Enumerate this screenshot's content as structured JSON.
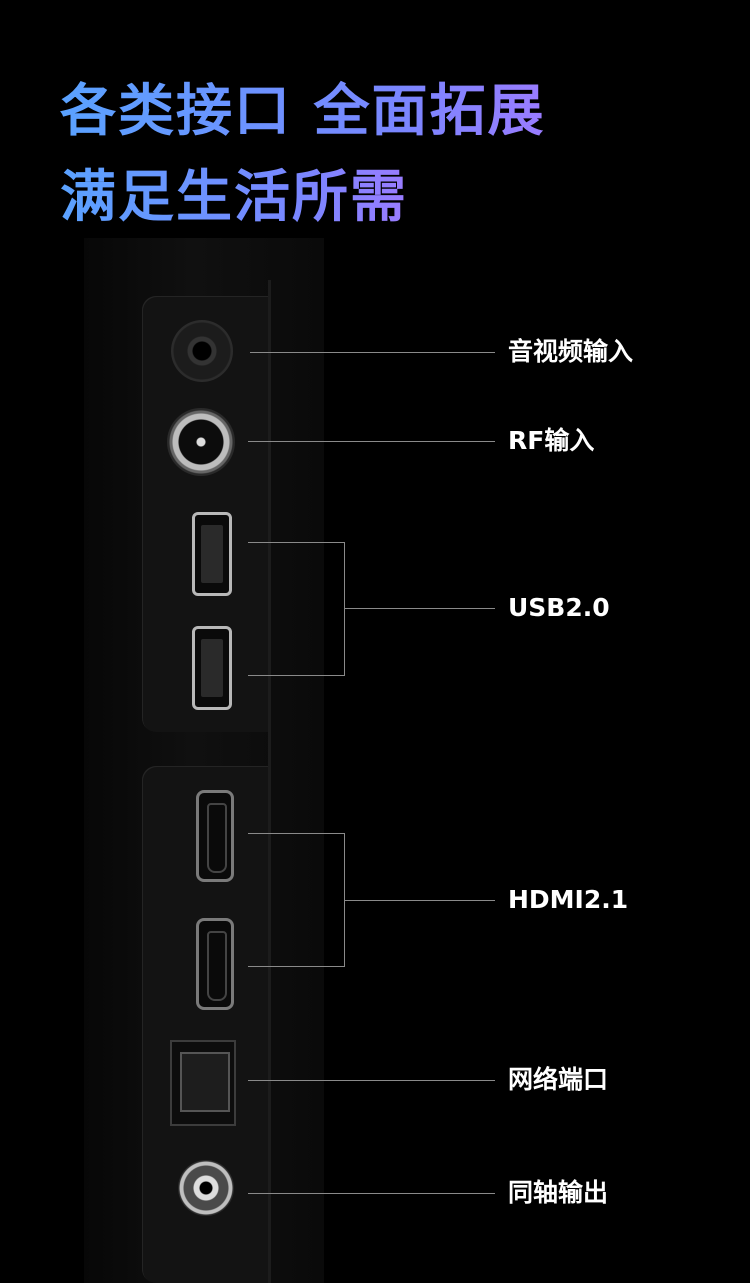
{
  "headline": {
    "line1": "各类接口 全面拓展",
    "line2": "满足生活所需"
  },
  "ports": [
    {
      "id": "av",
      "label": "音视频输入"
    },
    {
      "id": "rf",
      "label": "RF输入"
    },
    {
      "id": "usb",
      "label": "USB2.0"
    },
    {
      "id": "hdmi",
      "label": "HDMI2.1"
    },
    {
      "id": "lan",
      "label": "网络端口"
    },
    {
      "id": "coax",
      "label": "同轴输出"
    }
  ],
  "colors": {
    "background": "#000000",
    "headline_gradient_start": "#5aa2ff",
    "headline_gradient_end": "#9a7cff",
    "label": "#ffffff",
    "leader_line": "#8a8a8a"
  }
}
